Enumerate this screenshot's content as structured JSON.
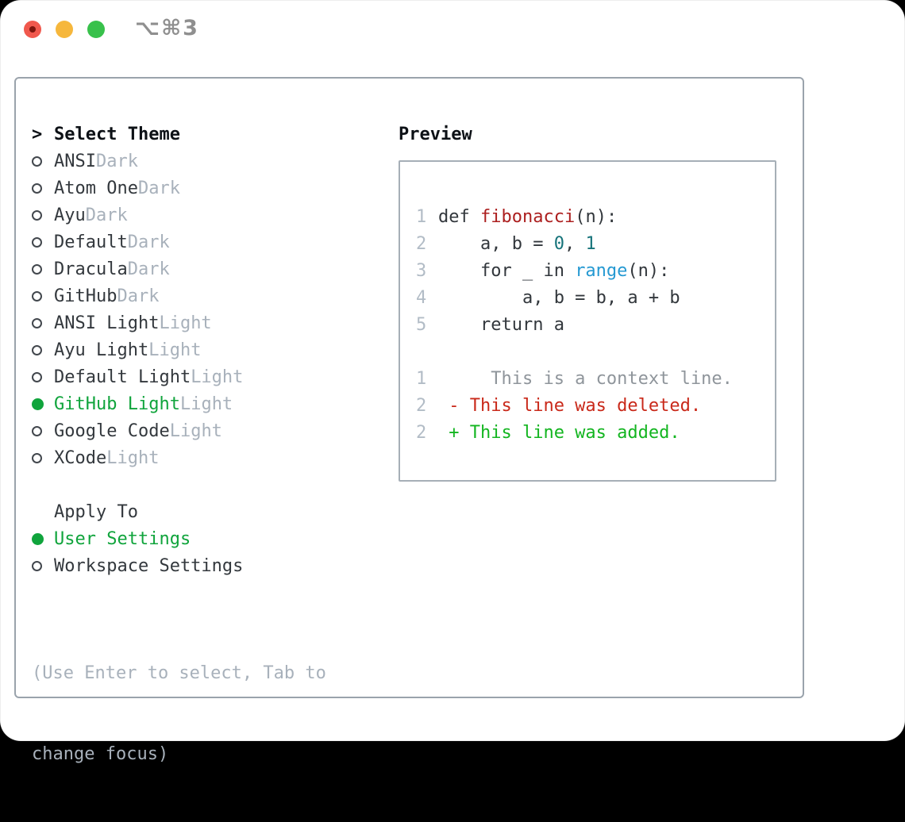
{
  "window": {
    "title": "⌥⌘3",
    "traffic_lights": [
      {
        "name": "close",
        "color": "#f0584d"
      },
      {
        "name": "minimize",
        "color": "#f6b73c"
      },
      {
        "name": "zoom",
        "color": "#38c14b"
      }
    ]
  },
  "theme_picker": {
    "header": {
      "marker": ">",
      "title": "Select Theme"
    },
    "themes": [
      {
        "name": "ANSI",
        "variant": "Dark",
        "selected": false
      },
      {
        "name": "Atom One",
        "variant": "Dark",
        "selected": false
      },
      {
        "name": "Ayu",
        "variant": "Dark",
        "selected": false
      },
      {
        "name": "Default",
        "variant": "Dark",
        "selected": false
      },
      {
        "name": "Dracula",
        "variant": "Dark",
        "selected": false
      },
      {
        "name": "GitHub",
        "variant": "Dark",
        "selected": false
      },
      {
        "name": "ANSI Light",
        "variant": "Light",
        "selected": false
      },
      {
        "name": "Ayu Light",
        "variant": "Light",
        "selected": false
      },
      {
        "name": "Default Light",
        "variant": "Light",
        "selected": false
      },
      {
        "name": "GitHub Light",
        "variant": "Light",
        "selected": true
      },
      {
        "name": "Google Code",
        "variant": "Light",
        "selected": false
      },
      {
        "name": "XCode",
        "variant": "Light",
        "selected": false
      }
    ],
    "apply_to": {
      "title": "Apply To",
      "options": [
        {
          "label": "User Settings",
          "selected": true
        },
        {
          "label": "Workspace Settings",
          "selected": false
        }
      ]
    },
    "hint_lines": [
      "(Use Enter to select, Tab to",
      "change focus)"
    ]
  },
  "preview": {
    "title": "Preview",
    "lines": [
      {
        "num": "1",
        "tokens": [
          {
            "text": "def ",
            "style": "code"
          },
          {
            "text": "fibonacci",
            "style": "func"
          },
          {
            "text": "(n):",
            "style": "code"
          }
        ]
      },
      {
        "num": "2",
        "tokens": [
          {
            "text": "    a, b = ",
            "style": "code"
          },
          {
            "text": "0",
            "style": "num"
          },
          {
            "text": ", ",
            "style": "code"
          },
          {
            "text": "1",
            "style": "num"
          }
        ]
      },
      {
        "num": "3",
        "tokens": [
          {
            "text": "    for _ in ",
            "style": "code"
          },
          {
            "text": "range",
            "style": "builtin"
          },
          {
            "text": "(n):",
            "style": "code"
          }
        ]
      },
      {
        "num": "4",
        "tokens": [
          {
            "text": "        a, b = b, a + b",
            "style": "code"
          }
        ]
      },
      {
        "num": "5",
        "tokens": [
          {
            "text": "    return a",
            "style": "code"
          }
        ]
      },
      {
        "num": "",
        "tokens": []
      },
      {
        "num": "1",
        "tokens": [
          {
            "text": "     This is a context line.",
            "style": "ctx"
          }
        ]
      },
      {
        "num": "2",
        "tokens": [
          {
            "text": " - This line was deleted.",
            "style": "del"
          }
        ]
      },
      {
        "num": "2",
        "tokens": [
          {
            "text": " + This line was added.",
            "style": "add"
          }
        ]
      }
    ]
  },
  "colors": {
    "selected_green": "#10a43c",
    "added_green": "#13b520",
    "deleted_red": "#c9291a",
    "function_red": "#ac1f1f",
    "number_teal": "#16737a",
    "builtin_blue": "#2599d2",
    "muted_gray": "#a8b1bb",
    "line_number_gray": "#b2bcc6",
    "panel_border": "#9aa3ac"
  }
}
